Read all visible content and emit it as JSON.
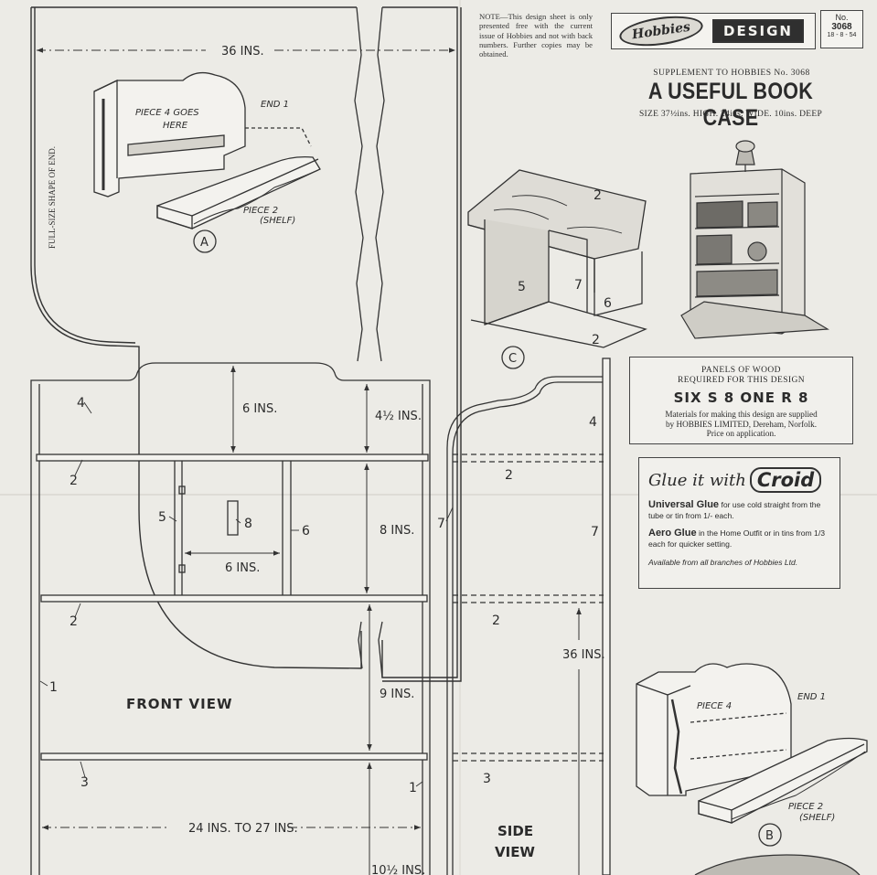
{
  "note": "NOTE—This design sheet is only presented free with the current issue of Hobbies and not with back numbers. Further copies may be obtained.",
  "logo": {
    "brand": "Hobbies",
    "word": "DESIGN"
  },
  "issue": {
    "label": "No.",
    "number": "3068",
    "date": "18 - 8 - 54"
  },
  "supplement": "SUPPLEMENT TO HOBBIES No. 3068",
  "title": "A USEFUL BOOK CASE",
  "size_line": "SIZE 37½ins. HIGH.  24ins. WIDE.  10ins. DEEP",
  "panels": {
    "heading1": "PANELS OF WOOD",
    "heading2": "REQUIRED FOR THIS DESIGN",
    "big": "SIX S 8    ONE R 8",
    "line1": "Materials for making this design are supplied",
    "line2": "by HOBBIES LIMITED, Dereham, Norfolk.",
    "line3": "Price on application."
  },
  "glue": {
    "headline": "Glue it with",
    "brand": "Croid",
    "universal_name": "Universal Glue",
    "universal_text": "for use cold straight from the tube or tin from 1/- each.",
    "aero_name": "Aero Glue",
    "aero_text": "in the Home Outfit or in tins from 1/3 each for quicker setting.",
    "available": "Available from all branches of Hobbies Ltd."
  },
  "drawing": {
    "dim_36_top": "36 INS.",
    "full_size_label": "FULL-SIZE SHAPE OF END.",
    "detail_a": {
      "piece4": "PIECE 4 GOES",
      "here": "HERE",
      "end": "END 1",
      "piece2": "PIECE 2",
      "shelf": "(SHELF)",
      "letter": "A"
    },
    "detail_b": {
      "piece4": "PIECE 4",
      "end": "END 1",
      "piece2": "PIECE 2",
      "shelf": "(SHELF)",
      "letter": "B"
    },
    "detail_c": {
      "letter": "C",
      "n2a": "2",
      "n5": "5",
      "n7": "7",
      "n6": "6",
      "n2b": "2"
    },
    "front_view": "FRONT VIEW",
    "side_view_1": "SIDE",
    "side_view_2": "VIEW",
    "dim_6": "6 INS.",
    "dim_4half": "4½ INS.",
    "dim_8": "8 INS.",
    "dim_6b": "6 INS.",
    "dim_9": "9 INS.",
    "dim_36_side": "36 INS.",
    "dim_width": "24 INS. TO 27 INS.",
    "dim_10half": "10½ INS.",
    "n_4": "4",
    "n_2a": "2",
    "n_5": "5",
    "n_8": "8",
    "n_6": "6",
    "n_2b": "2",
    "n_1": "1",
    "n_3": "3",
    "n_1b": "1",
    "n_7": "7",
    "s_4": "4",
    "s_2a": "2",
    "s_7": "7",
    "s_2b": "2",
    "s_3": "3"
  }
}
